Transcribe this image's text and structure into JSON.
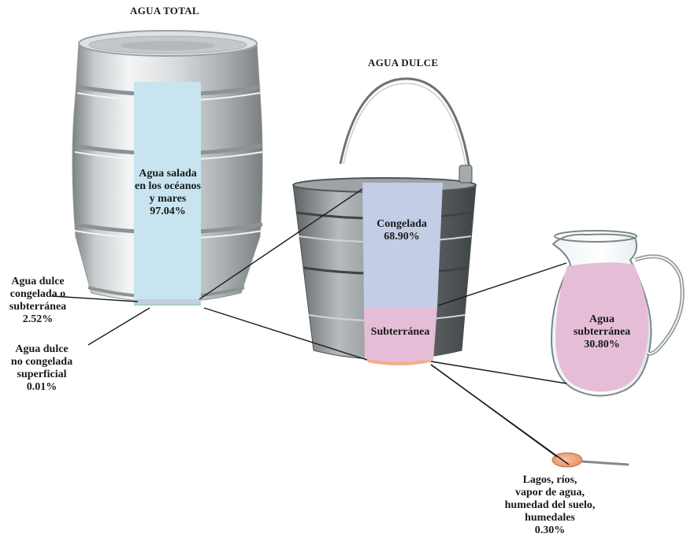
{
  "titles": {
    "total": "AGUA TOTAL",
    "dulce": "AGUA DULCE"
  },
  "labels": {
    "salada": [
      "Agua salada",
      "en los océanos",
      "y mares",
      "97.04%"
    ],
    "dulce_congelada_subterranea": [
      "Agua dulce",
      "congelada o",
      "subterránea",
      "2.52%"
    ],
    "dulce_no_congelada": [
      "Agua dulce",
      "no congelada",
      "superficial",
      "0.01%"
    ],
    "congelada": [
      "Congelada",
      "68.90%"
    ],
    "subterranea_bucket": [
      "Subterránea"
    ],
    "subterranea_jug": [
      "Agua",
      "subterránea",
      "30.80%"
    ],
    "lagos": [
      "Lagos, ríos,",
      "vapor de agua,",
      "humedad del suelo,",
      "humedales",
      "0.30%"
    ]
  },
  "colors": {
    "salt_water": "#c8e4f0",
    "frozen": "#c3cde6",
    "groundwater": "#e6bdd7",
    "surface": "#f0b08c",
    "metal_light": "#e9ebec",
    "metal_dark": "#6f7477"
  },
  "icons": [
    "barrel-icon",
    "bucket-icon",
    "jug-icon",
    "spoon-icon"
  ]
}
